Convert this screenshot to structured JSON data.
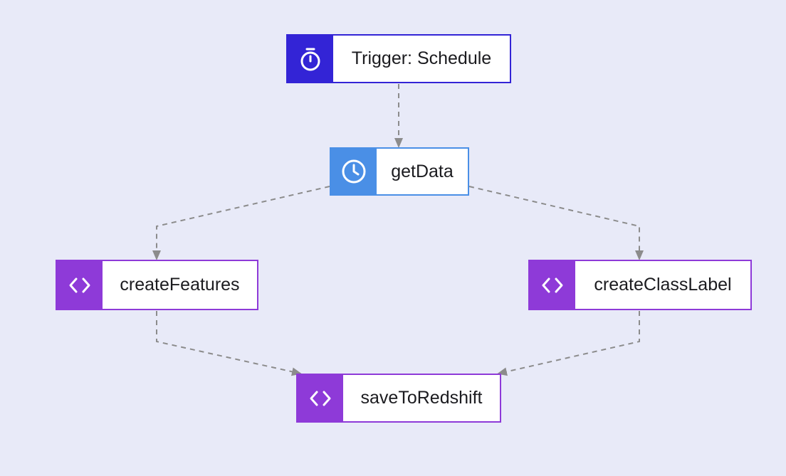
{
  "diagram": {
    "nodes": [
      {
        "id": "trigger",
        "label": "Trigger: Schedule",
        "kind": "trigger",
        "icon": "stopwatch-icon",
        "color": "#3324d6"
      },
      {
        "id": "getData",
        "label": "getData",
        "kind": "timer",
        "icon": "clock-icon",
        "color": "#4a8fe6"
      },
      {
        "id": "createFeatures",
        "label": "createFeatures",
        "kind": "code",
        "icon": "code-brackets-icon",
        "color": "#8e3ad8"
      },
      {
        "id": "createClassLabel",
        "label": "createClassLabel",
        "kind": "code",
        "icon": "code-brackets-icon",
        "color": "#8e3ad8"
      },
      {
        "id": "saveToRedshift",
        "label": "saveToRedshift",
        "kind": "code",
        "icon": "code-brackets-icon",
        "color": "#8e3ad8"
      }
    ],
    "edges": [
      {
        "from": "trigger",
        "to": "getData",
        "style": "dashed"
      },
      {
        "from": "getData",
        "to": "createFeatures",
        "style": "dashed"
      },
      {
        "from": "getData",
        "to": "createClassLabel",
        "style": "dashed"
      },
      {
        "from": "createFeatures",
        "to": "saveToRedshift",
        "style": "dashed"
      },
      {
        "from": "createClassLabel",
        "to": "saveToRedshift",
        "style": "dashed"
      }
    ],
    "background_color": "#e8eaf8",
    "edge_color": "#8c8c8c"
  }
}
